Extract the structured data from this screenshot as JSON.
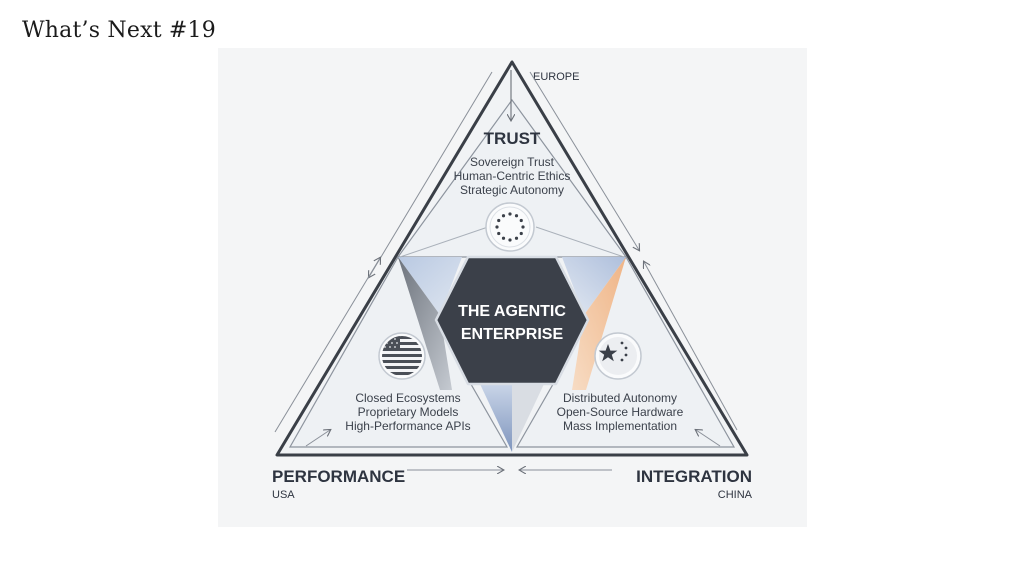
{
  "page": {
    "title": "What’s Next #19"
  },
  "diagram": {
    "center": {
      "line1": "THE AGENTIC",
      "line2": "ENTERPRISE"
    },
    "top": {
      "region": "EUROPE",
      "heading": "TRUST",
      "items": [
        "Sovereign Trust",
        "Human-Centric Ethics",
        "Strategic Autonomy"
      ],
      "icon": "eu-flag-icon"
    },
    "left": {
      "heading": "PERFORMANCE",
      "region": "USA",
      "items": [
        "Closed Ecosystems",
        "Proprietary Models",
        "High-Performance APIs"
      ],
      "icon": "us-flag-icon"
    },
    "right": {
      "heading": "INTEGRATION",
      "region": "CHINA",
      "items": [
        "Distributed Autonomy",
        "Open-Source Hardware",
        "Mass Implementation"
      ],
      "icon": "china-flag-icon"
    },
    "colors": {
      "outline": "#3a3f47",
      "hexagon": "#3b4049",
      "blue_accent": "#9db3d6",
      "orange_accent": "#f0b98a"
    }
  }
}
